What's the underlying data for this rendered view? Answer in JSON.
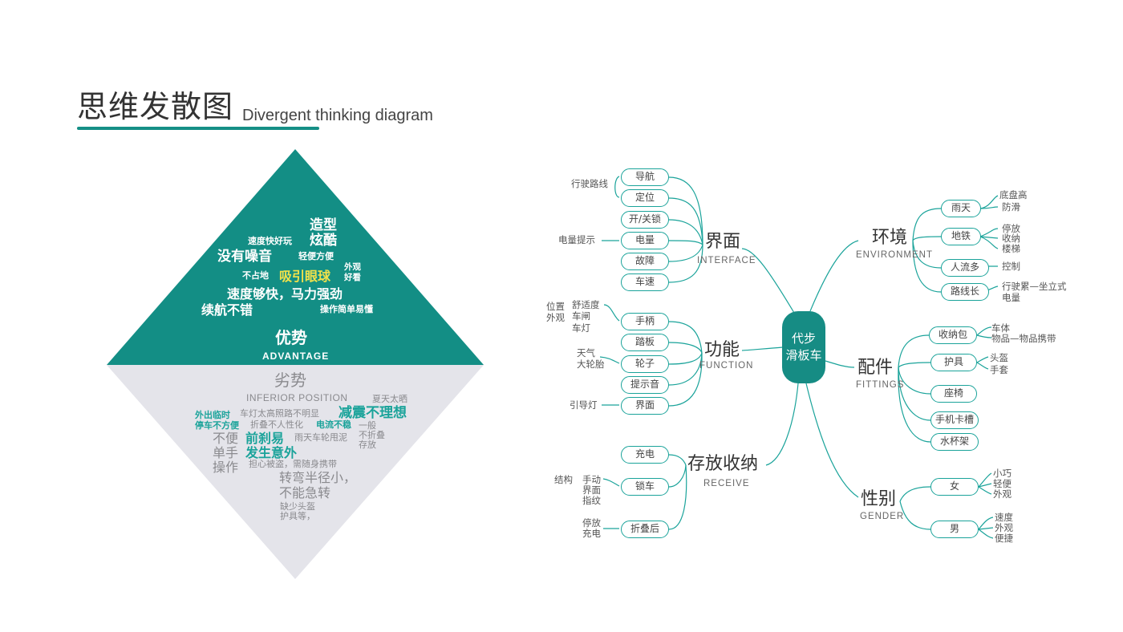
{
  "title": {
    "cn": "思维发散图",
    "en": "Divergent thinking diagram"
  },
  "advantage": {
    "title": "优势",
    "subtitle": "ADVANTAGE",
    "words": [
      "造型",
      "炫酷",
      "速度快好玩",
      "没有噪音",
      "轻便方便",
      "外观",
      "好看",
      "不占地",
      "吸引眼球",
      "速度够快，马力强劲",
      "续航不错",
      "操作简单易懂"
    ]
  },
  "inferior": {
    "title": "劣势",
    "subtitle": "INFERIOR POSITION",
    "words": [
      "夏天太晒",
      "外出临时",
      "停车不方便",
      "车灯太高照路不明显",
      "折叠不人性化",
      "电流不稳",
      "减震不理想",
      "一般",
      "不折叠",
      "存放",
      "不便",
      "前刹易",
      "雨天车轮甩泥",
      "单手",
      "发生意外",
      "操作",
      "担心被盗，需随身携带",
      "转弯半径小，",
      "不能急转",
      "缺少头盔",
      "护具等，"
    ]
  },
  "mindmap": {
    "center": [
      "代步",
      "滑板车"
    ],
    "branches": {
      "interface": {
        "cn": "界面",
        "en": "INTERFACE",
        "items": [
          "导航",
          "定位",
          "开/关锁",
          "电量",
          "故障",
          "车速"
        ],
        "notes": [
          "行驶路线",
          "电量提示"
        ]
      },
      "function": {
        "cn": "功能",
        "en": "FUNCTION",
        "items": [
          "手柄",
          "踏板",
          "轮子",
          "提示音",
          "界面"
        ],
        "notes": [
          "位置",
          "外观",
          "舒适度",
          "车闸",
          "车灯",
          "天气",
          "大轮胎",
          "引导灯"
        ]
      },
      "receive": {
        "cn": "存放收纳",
        "en": "RECEIVE",
        "items": [
          "充电",
          "锁车",
          "折叠后"
        ],
        "notes": [
          "结构",
          "手动",
          "界面",
          "指纹",
          "停放",
          "充电"
        ]
      },
      "environment": {
        "cn": "环境",
        "en": "ENVIRONMENT",
        "items": [
          "雨天",
          "地铁",
          "人流多",
          "路线长"
        ],
        "notes": [
          "底盘高",
          "防滑",
          "停放",
          "收纳",
          "楼梯",
          "控制",
          "行驶累—坐立式",
          "电量"
        ]
      },
      "fittings": {
        "cn": "配件",
        "en": "FITTINGS",
        "items": [
          "收纳包",
          "护具",
          "座椅",
          "手机卡槽",
          "水杯架"
        ],
        "notes": [
          "车体",
          "物品—物品携带",
          "头盔",
          "手套"
        ]
      },
      "gender": {
        "cn": "性别",
        "en": "GENDER",
        "items": [
          "女",
          "男"
        ],
        "notes": [
          "小巧",
          "轻便",
          "外观",
          "速度",
          "外观",
          "便捷"
        ]
      }
    }
  }
}
